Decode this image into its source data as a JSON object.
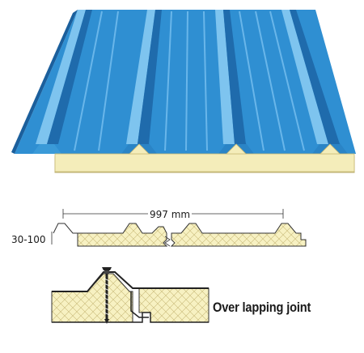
{
  "labels": {
    "panel_width": "997 mm",
    "thickness_range": "30-100",
    "joint_caption": "Over lapping joint"
  },
  "colors": {
    "sheet_blue": "#2f8fd2",
    "sheet_light": "#7ec4ef",
    "sheet_dark": "#1f6bac",
    "foam_core": "#f7f1c2",
    "outline": "#222222"
  }
}
